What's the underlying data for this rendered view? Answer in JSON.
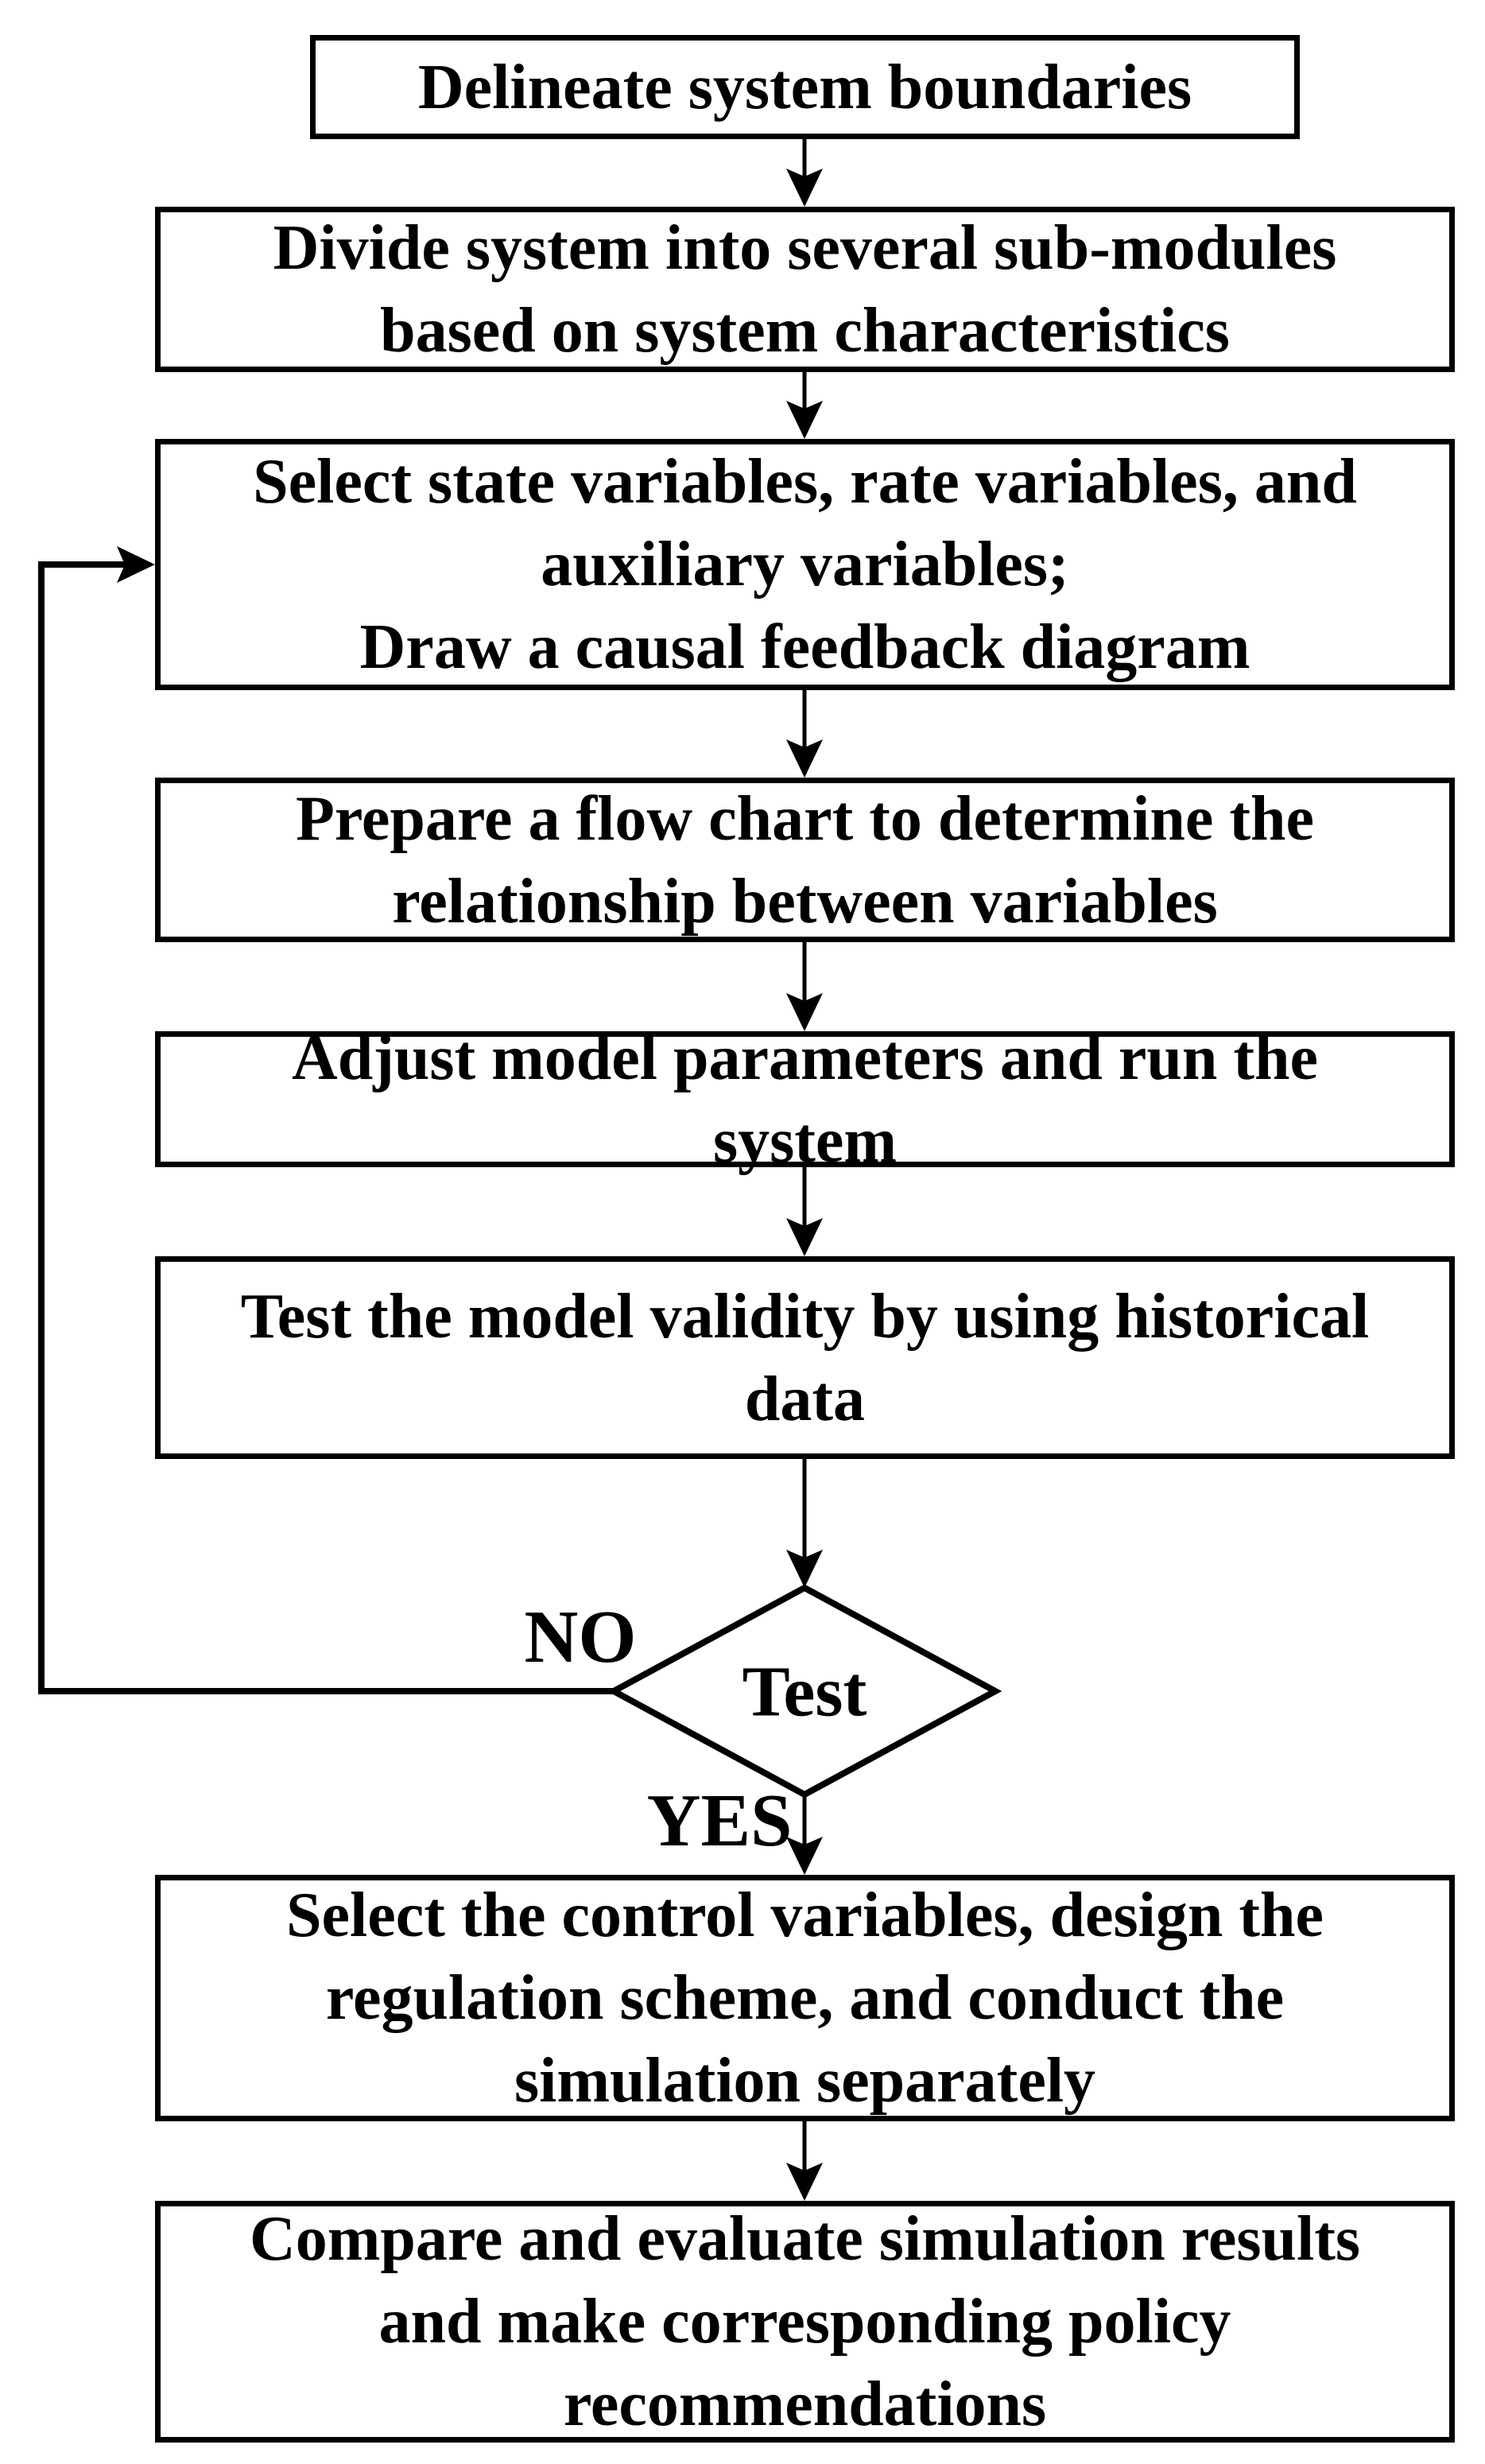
{
  "title": "System dynamics modeling flowchart",
  "boxes": [
    {
      "id": "delineate-boundaries",
      "lines": [
        "Delineate system boundaries"
      ]
    },
    {
      "id": "divide-submodules",
      "lines": [
        "Divide system into several sub-modules",
        "based on system characteristics"
      ]
    },
    {
      "id": "select-variables",
      "lines": [
        "Select state variables, rate variables, and",
        "auxiliary variables;",
        "Draw a causal feedback diagram"
      ]
    },
    {
      "id": "prepare-flow-chart",
      "lines": [
        "Prepare a flow chart to determine the",
        "relationship between variables"
      ]
    },
    {
      "id": "adjust-parameters",
      "lines": [
        "Adjust model parameters and run the",
        "system"
      ]
    },
    {
      "id": "test-validity",
      "lines": [
        "Test the model validity by using historical",
        "data"
      ]
    },
    {
      "id": "design-regulation",
      "lines": [
        "Select the control variables, design the",
        "regulation scheme, and conduct the",
        "simulation separately"
      ]
    },
    {
      "id": "compare-evaluate",
      "lines": [
        "Compare and evaluate simulation results",
        "and make corresponding policy",
        "recommendations"
      ]
    }
  ],
  "decision": {
    "label": "Test",
    "no_label": "NO",
    "yes_label": "YES"
  },
  "colors": {
    "stroke": "#000000",
    "background": "#ffffff",
    "box_fill": "#ffffff"
  }
}
